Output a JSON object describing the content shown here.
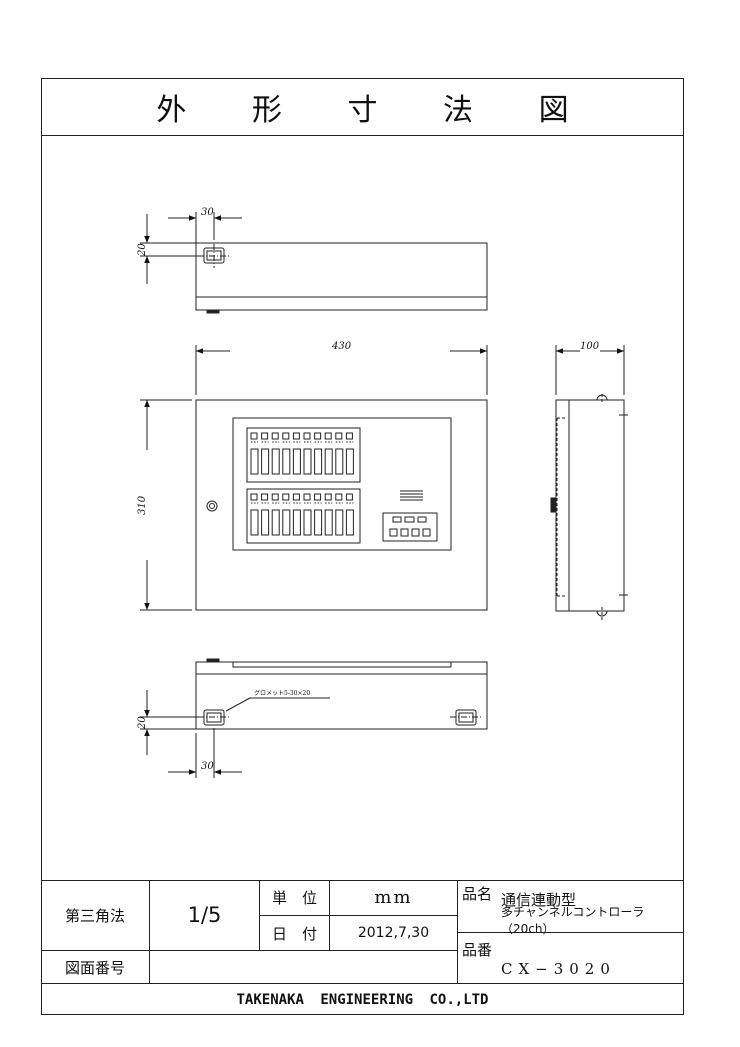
{
  "sheet": {
    "title": "外 形 寸 法 図"
  },
  "drawing": {
    "dims": {
      "top_tab_width": "30",
      "top_tab_depth": "20",
      "front_width": "430",
      "side_depth": "100",
      "front_height": "310",
      "bottom_tab_depth": "20",
      "bottom_tab_width": "30"
    },
    "note_grommet": "グロメット5-30×20"
  },
  "title_block": {
    "projection": "第三角法",
    "scale": "1/5",
    "unit_label": "単　位",
    "unit_value": "mm",
    "date_label": "日　付",
    "date_value": "2012,7,30",
    "product_name_label": "品名",
    "product_name_line1": "通信連動型",
    "product_name_line2": "多チャンネルコントローラ（20ch）",
    "product_no_label": "品番",
    "product_no_value": "CX−3020",
    "drawing_no_label": "図面番号",
    "drawing_no_value": "",
    "company": "TAKENAKA ENGINEERING CO.,LTD"
  }
}
